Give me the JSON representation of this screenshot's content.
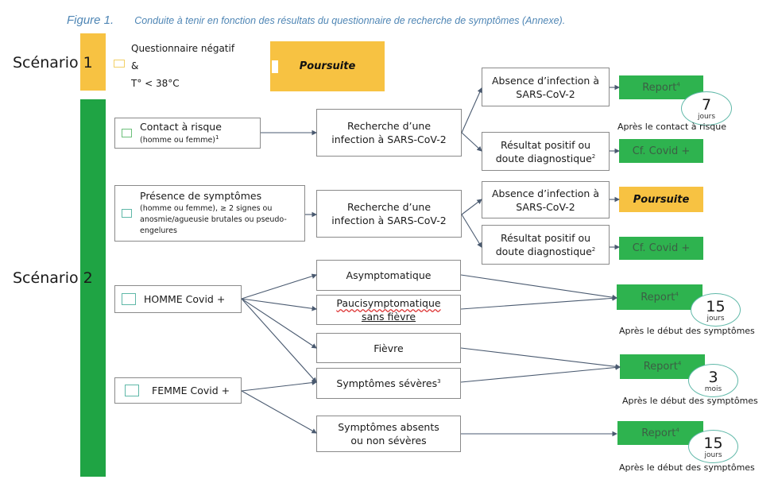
{
  "caption": {
    "figure": "Figure 1.",
    "text": "Conduite à tenir en fonction des résultats du questionnaire de recherche de symptômes (Annexe)."
  },
  "colors": {
    "green": "#2eb34f",
    "yellow": "#f7c242",
    "caption": "#4f86b5"
  },
  "scenario1": {
    "label": "Scénario 1",
    "condition_line1": "Questionnaire négatif",
    "condition_line2": "&",
    "condition_line3": "T° < 38°C",
    "outcome": "Poursuite"
  },
  "scenario2": {
    "label": "Scénario 2",
    "contact": {
      "title": "Contact à risque",
      "subtitle": "(homme ou femme)",
      "sup": "1",
      "search": "Recherche d’une infection à SARS-CoV-2",
      "neg": "Absence d’infection à SARS-CoV-2",
      "pos": "Résultat positif ou doute diagnostique",
      "pos_sup": "2",
      "neg_outcome": "Report",
      "neg_outcome_sup": "4",
      "neg_duration_value": "7",
      "neg_duration_unit": "jours",
      "neg_note": "Après le contact à risque",
      "pos_outcome": "Cf. Covid +"
    },
    "symptoms": {
      "title": "Présence de symptômes",
      "detail": "(homme ou femme), ≥ 2 signes ou anosmie/agueusie brutales ou pseudo-engelures",
      "search": "Recherche d’une infection à SARS-CoV-2",
      "neg": "Absence d’infection à SARS-CoV-2",
      "pos": "Résultat positif ou doute diagnostique",
      "pos_sup": "2",
      "neg_outcome": "Poursuite",
      "pos_outcome": "Cf. Covid +"
    },
    "homme": "HOMME Covid +",
    "femme": "FEMME Covid +",
    "categories": {
      "asympto": "Asymptomatique",
      "pauci_1": "Paucisymptomatique",
      "pauci_2": "sans fièvre",
      "fievre": "Fièvre",
      "severe": "Symptômes sévères",
      "severe_sup": "3",
      "absent_1": "Symptômes absents",
      "absent_2": "ou non sévères"
    },
    "reports": [
      {
        "label": "Report",
        "sup": "4",
        "value": "15",
        "unit": "jours",
        "note": "Après le début des symptômes"
      },
      {
        "label": "Report",
        "sup": "4",
        "value": "3",
        "unit": "mois",
        "note": "Après le début des symptômes"
      },
      {
        "label": "Report",
        "sup": "4",
        "value": "15",
        "unit": "jours",
        "note": "Après le début des symptômes"
      }
    ]
  }
}
